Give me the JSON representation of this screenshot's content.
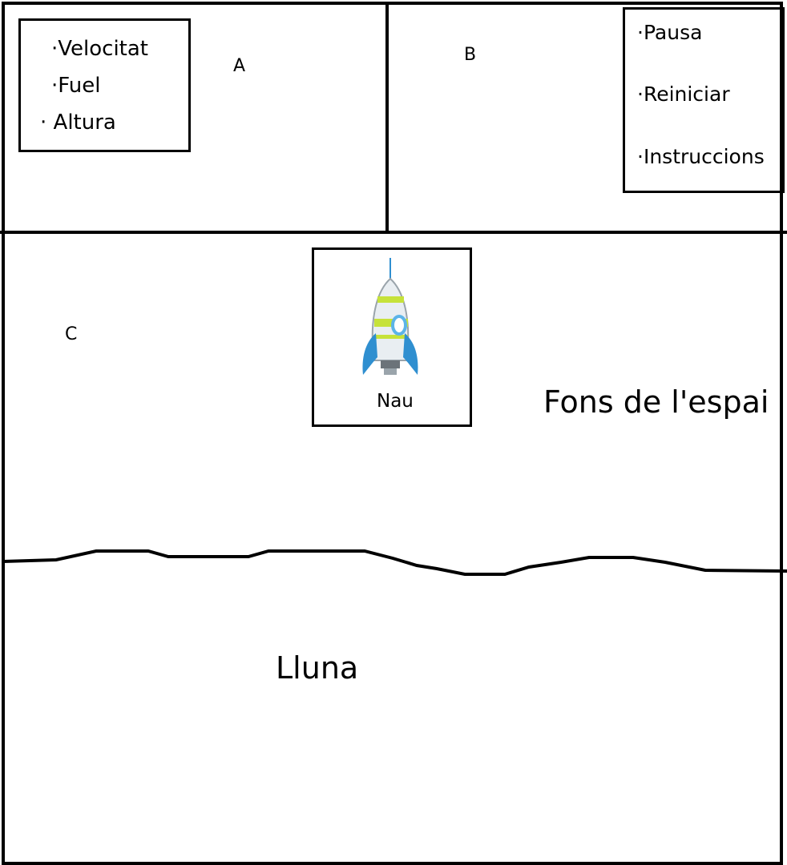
{
  "panel_a": {
    "letter": "A",
    "stats": [
      {
        "text": "·Velocitat"
      },
      {
        "text": "·Fuel"
      },
      {
        "text": "· Altura"
      }
    ]
  },
  "panel_b": {
    "letter": "B",
    "menu": [
      {
        "text": "·Pausa"
      },
      {
        "text": "·Reiniciar"
      },
      {
        "text": "·Instruccions"
      }
    ]
  },
  "panel_c": {
    "letter": "C",
    "ship_label": "Nau",
    "space_label": "Fons de l'espai",
    "moon_label": "Lluna"
  },
  "colors": {
    "line": "#000000",
    "rocket_body": "#e9eef2",
    "rocket_band": "#c6e23a",
    "rocket_fin": "#2f8fd0",
    "rocket_window": "#5cb4e8"
  }
}
